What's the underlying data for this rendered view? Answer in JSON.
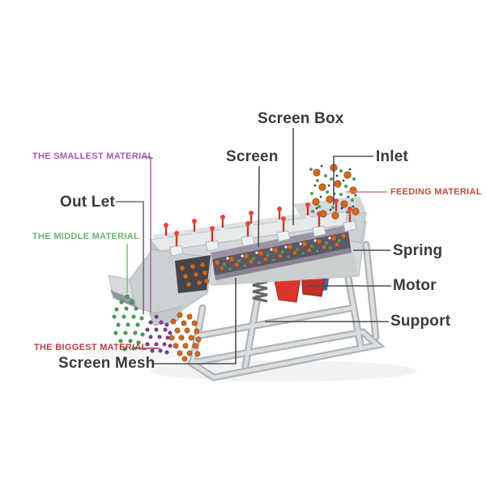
{
  "diagram_labels": {
    "screen_box": "Screen Box",
    "screen": "Screen",
    "inlet": "Inlet",
    "out_let": "Out Let",
    "screen_mesh": "Screen Mesh",
    "spring": "Spring",
    "motor": "Motor",
    "support": "Support"
  },
  "material_labels": {
    "smallest": "THE SMALLEST MATERIAL",
    "middle": "THE MIDDLE MATERIAL",
    "biggest": "THE BIGGEST MATERIAL",
    "feeding": "FEEDING MATERIAL"
  },
  "colors": {
    "label_text": "#3b3b3b",
    "leader_line_dark": "#4f4f4f",
    "smallest_material": "#a758ad",
    "middle_material": "#66b96d",
    "biggest_material": "#b5433f",
    "feeding_material": "#bf4a45",
    "machine_body": "#d6d9da",
    "machine_rim": "#e7e9ea",
    "screen_deck": "#5d5766",
    "bolt_red": "#e8453a",
    "motor_red": "#d8362c",
    "motor_blue": "#3e68a9",
    "spring_gray": "#62676b",
    "particle_orange": "#ce6b24",
    "particle_green": "#4d9e57",
    "particle_purple": "#7d4191",
    "particle_dark": "#33415a"
  }
}
